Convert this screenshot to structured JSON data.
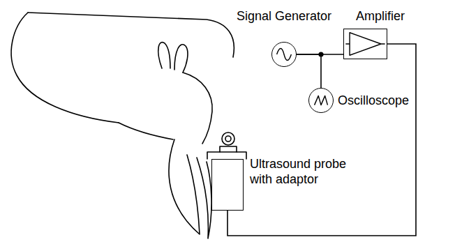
{
  "diagram": {
    "nodes": [
      {
        "text": [
          "Signal Generator"
        ]
      },
      {
        "text": [
          "Amplifier"
        ]
      },
      {
        "text": [
          "Oscilloscope"
        ]
      },
      {
        "text": [
          "Ultrasound probe with adaptor"
        ]
      }
    ],
    "edges": [
      {
        "from": 0,
        "to": 1,
        "arrow": "none"
      },
      {
        "from": 0,
        "to": 2,
        "arrow": "none"
      },
      {
        "from": 1,
        "to": 3,
        "arrow": "none"
      }
    ]
  }
}
